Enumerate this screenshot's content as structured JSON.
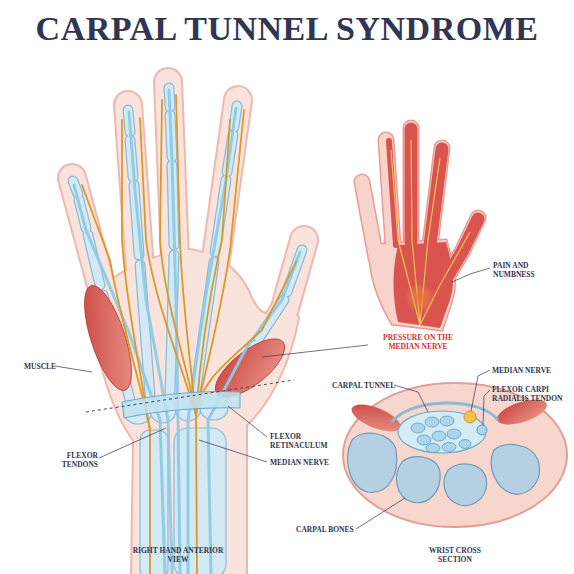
{
  "diagram": {
    "title": "CARPAL TUNNEL SYNDROME",
    "labels": [
      "PAIN AND NUMBNESS",
      "PRESSURE ON THE MEDIAN NERVE",
      "MUSCLE",
      "MEDIAN NERVE",
      "CARPAL TUNNEL",
      "FLEXOR CARPI RADIALIS TENDON",
      "FLEXOR RETINACULUM",
      "FLEXOR TENDONS",
      "MEDIAN NERVE",
      "CARPAL BONES",
      "RIGHT HAND ANTERIOR VIEW",
      "WRIST CROSS SECTION"
    ]
  }
}
